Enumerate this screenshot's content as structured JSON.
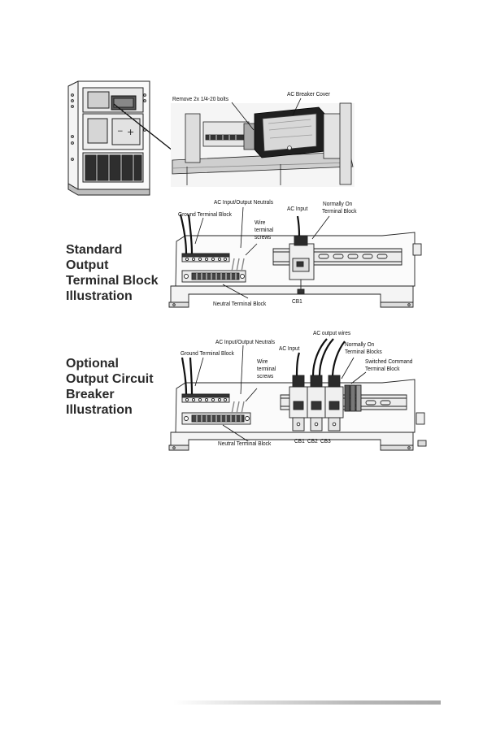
{
  "figure1": {
    "remove_bolts": "Remove 2x 1/4-20 bolts",
    "breaker_cover": "AC Breaker Cover"
  },
  "standard": {
    "heading": [
      "Standard",
      "Output",
      "Terminal Block",
      "Illustration"
    ],
    "ac_neutrals": "AC Input/Output Neutrals",
    "ground_block": "Ground Terminal Block",
    "wire_screws": [
      "Wire",
      "terminal",
      "screws"
    ],
    "ac_input": "AC Input",
    "normally_on": [
      "Normally On",
      "Terminal Block"
    ],
    "neutral_block": "Neutral Terminal Block",
    "cb1": "CB1"
  },
  "optional": {
    "heading": [
      "Optional",
      "Output Circuit",
      "Breaker",
      "Illustration"
    ],
    "ac_output_wires": "AC output wires",
    "ac_neutrals": "AC Input/Output Neutrals",
    "ground_block": "Ground Terminal Block",
    "ac_input": "AC Input",
    "normally_on": [
      "Normally On",
      "Terminal Blocks"
    ],
    "switched_command": [
      "Switched Command",
      "Terminal Block"
    ],
    "wire_screws": [
      "Wire",
      "terminal",
      "screws"
    ],
    "neutral_block": "Neutral Terminal Block",
    "cb1": "CB1",
    "cb2": "CB2",
    "cb3": "CB3"
  }
}
